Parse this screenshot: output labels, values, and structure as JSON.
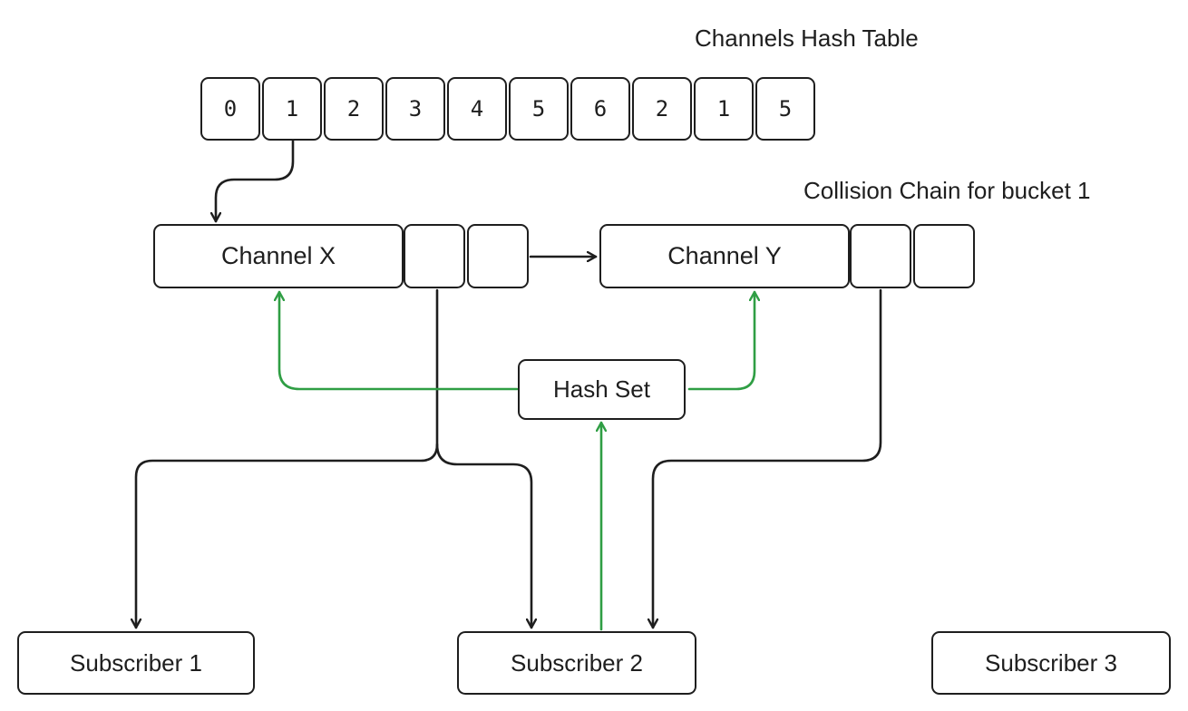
{
  "hash_table": {
    "title": "Channels Hash Table",
    "cells": [
      "0",
      "1",
      "2",
      "3",
      "4",
      "5",
      "6",
      "2",
      "1",
      "5"
    ]
  },
  "chain": {
    "title": "Collision Chain for bucket 1",
    "channel_x": "Channel X",
    "channel_y": "Channel Y"
  },
  "hash_set": "Hash Set",
  "subscribers": [
    "Subscriber 1",
    "Subscriber 2",
    "Subscriber 3"
  ],
  "colors": {
    "stroke": "#1e1e1e",
    "green_arrow": "#2f9e44",
    "background": "#ffffff"
  }
}
